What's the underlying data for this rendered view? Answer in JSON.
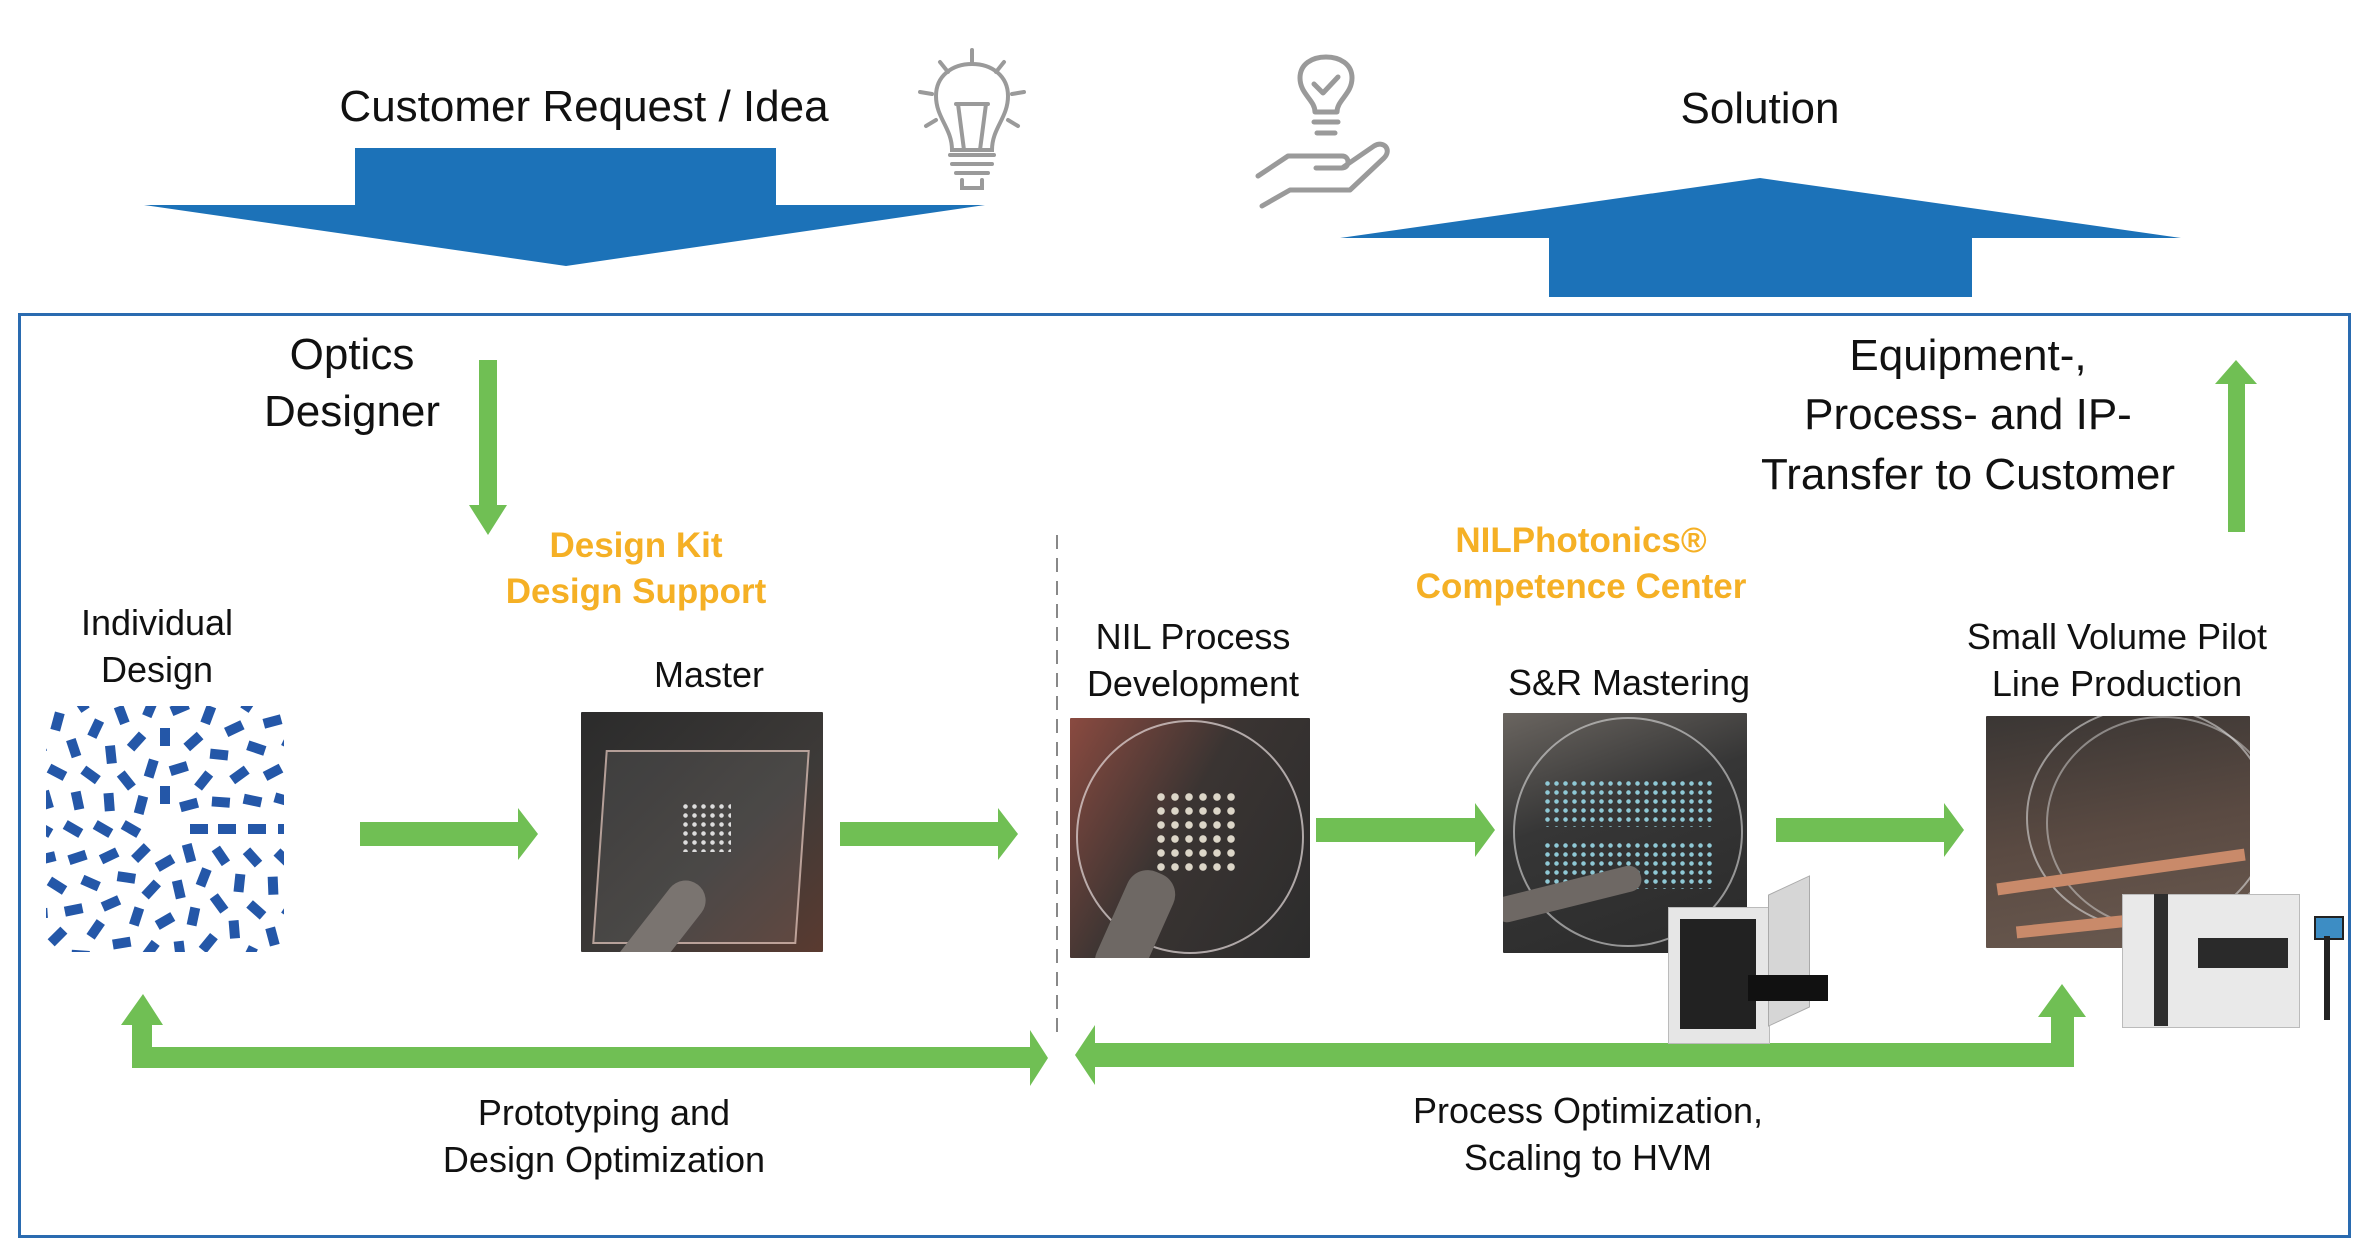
{
  "colors": {
    "blue_arrow": "#1c72b8",
    "green_arrow": "#70bf54",
    "orange_text": "#f5b025",
    "frame_border": "#2a6bb0",
    "icon_gray": "#9a9a9a"
  },
  "top": {
    "request_label": "Customer Request / Idea",
    "solution_label": "Solution",
    "icons": [
      "lightbulb-idea-icon",
      "hand-holding-lightbulb-check-icon"
    ]
  },
  "left": {
    "optics_designer": [
      "Optics",
      "Designer"
    ],
    "design_kit": [
      "Design Kit",
      "Design Support"
    ],
    "individual_design": [
      "Individual",
      "Design"
    ],
    "master": "Master",
    "feedback_label": [
      "Prototyping and",
      "Design Optimization"
    ]
  },
  "right": {
    "competence_center": [
      "NILPhotonics®",
      "Competence Center"
    ],
    "nil_process": [
      "NIL Process",
      "Development"
    ],
    "sr_mastering": "S&R Mastering",
    "pilot_line": [
      "Small Volume Pilot",
      "Line Production"
    ],
    "transfer": [
      "Equipment-,",
      "Process- and IP-",
      "Transfer to Customer"
    ],
    "feedback_label": [
      "Process Optimization,",
      "Scaling to HVM"
    ]
  }
}
